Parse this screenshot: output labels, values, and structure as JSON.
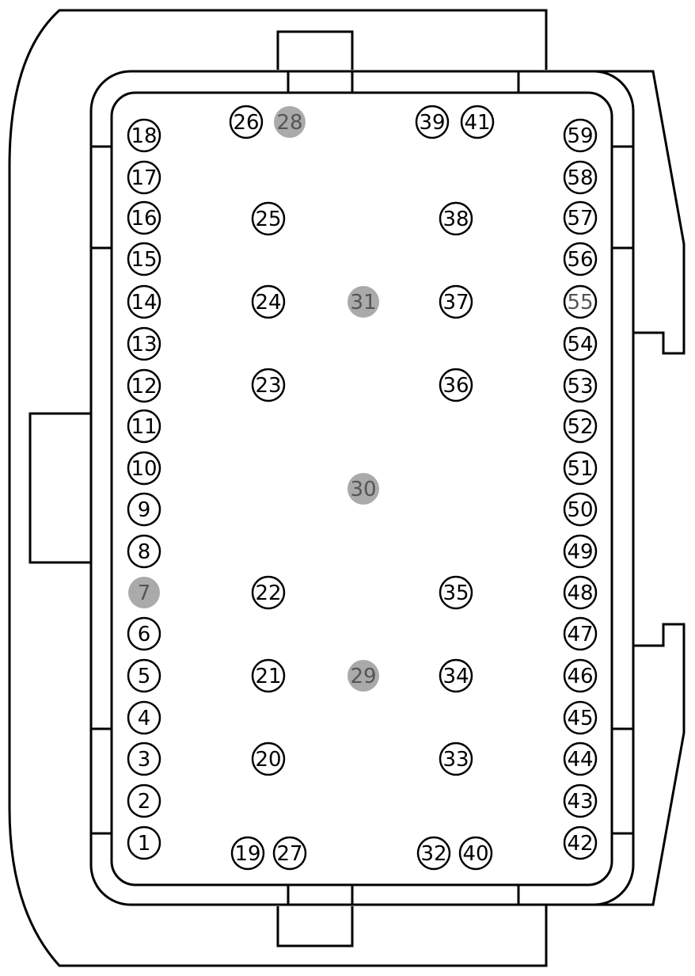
{
  "connector": {
    "pins": [
      {
        "label": "1",
        "filled": false
      },
      {
        "label": "2",
        "filled": false
      },
      {
        "label": "3",
        "filled": false
      },
      {
        "label": "4",
        "filled": false
      },
      {
        "label": "5",
        "filled": false
      },
      {
        "label": "6",
        "filled": false
      },
      {
        "label": "7",
        "filled": true
      },
      {
        "label": "8",
        "filled": false
      },
      {
        "label": "9",
        "filled": false
      },
      {
        "label": "10",
        "filled": false
      },
      {
        "label": "11",
        "filled": false
      },
      {
        "label": "12",
        "filled": false
      },
      {
        "label": "13",
        "filled": false
      },
      {
        "label": "14",
        "filled": false
      },
      {
        "label": "15",
        "filled": false
      },
      {
        "label": "16",
        "filled": false
      },
      {
        "label": "17",
        "filled": false
      },
      {
        "label": "18",
        "filled": false
      },
      {
        "label": "19",
        "filled": false
      },
      {
        "label": "20",
        "filled": false
      },
      {
        "label": "21",
        "filled": false
      },
      {
        "label": "22",
        "filled": false
      },
      {
        "label": "23",
        "filled": false
      },
      {
        "label": "24",
        "filled": false
      },
      {
        "label": "25",
        "filled": false
      },
      {
        "label": "26",
        "filled": false
      },
      {
        "label": "27",
        "filled": false
      },
      {
        "label": "28",
        "filled": true
      },
      {
        "label": "29",
        "filled": true
      },
      {
        "label": "30",
        "filled": true
      },
      {
        "label": "31",
        "filled": true
      },
      {
        "label": "32",
        "filled": false
      },
      {
        "label": "33",
        "filled": false
      },
      {
        "label": "34",
        "filled": false
      },
      {
        "label": "35",
        "filled": false
      },
      {
        "label": "36",
        "filled": false
      },
      {
        "label": "37",
        "filled": false
      },
      {
        "label": "38",
        "filled": false
      },
      {
        "label": "39",
        "filled": false
      },
      {
        "label": "40",
        "filled": false
      },
      {
        "label": "41",
        "filled": false
      },
      {
        "label": "42",
        "filled": false
      },
      {
        "label": "43",
        "filled": false
      },
      {
        "label": "44",
        "filled": false
      },
      {
        "label": "45",
        "filled": false
      },
      {
        "label": "46",
        "filled": false
      },
      {
        "label": "47",
        "filled": false
      },
      {
        "label": "48",
        "filled": false
      },
      {
        "label": "49",
        "filled": false
      },
      {
        "label": "50",
        "filled": false
      },
      {
        "label": "51",
        "filled": false
      },
      {
        "label": "52",
        "filled": false
      },
      {
        "label": "53",
        "filled": false
      },
      {
        "label": "54",
        "filled": false
      },
      {
        "label": "55",
        "filled": false,
        "dimmed": true
      },
      {
        "label": "56",
        "filled": false
      },
      {
        "label": "57",
        "filled": false
      },
      {
        "label": "58",
        "filled": false
      },
      {
        "label": "59",
        "filled": false
      }
    ],
    "colors": {
      "stroke": "#000000",
      "filled_pin": "#aaaaaa",
      "dimmed_label": "#555555",
      "background": "#ffffff"
    }
  }
}
